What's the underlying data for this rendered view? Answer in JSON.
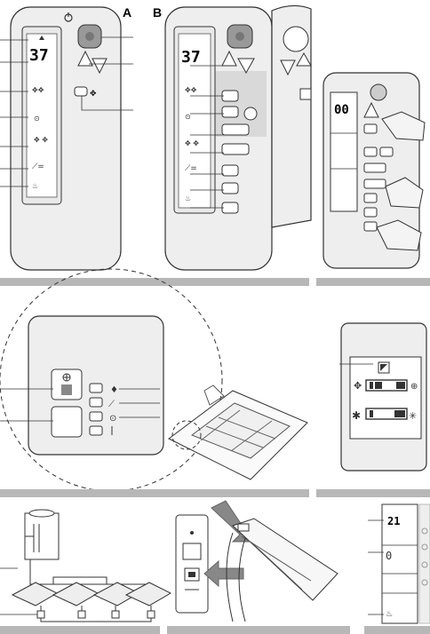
{
  "labels": {
    "panel_a": "A",
    "panel_b": "B"
  },
  "display": {
    "temp_a": "37",
    "temp_b": "37",
    "temp_c": "00",
    "temp_d": "21"
  },
  "colors": {
    "band": "#b7b7b7",
    "remote_body": "#eeeeee",
    "lcd": "#e9e9e9",
    "shade": "#d9d9d9"
  },
  "icons": [
    "power-icon",
    "up-arrow-icon",
    "down-arrow-icon",
    "fan-icon",
    "timer-icon",
    "swing-icon",
    "snowflake-icon",
    "sun-icon",
    "drop-icon",
    "hand-pointer-icon",
    "arrow-icon"
  ]
}
